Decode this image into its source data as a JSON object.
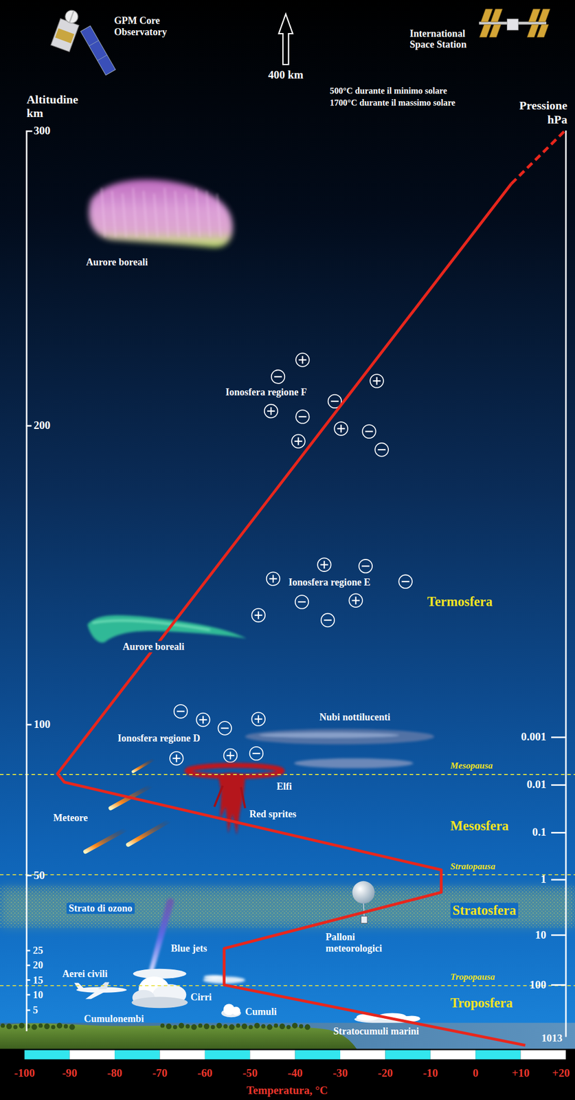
{
  "diagram": {
    "labels": [
      "GPM Core Observatory",
      "400 km",
      "International Space Station",
      "500°C durante il minimo solare",
      "1700°C durante il massimo solare",
      "Altitudine km",
      "Pressione hPa",
      "300",
      "200",
      "100",
      "50",
      "25",
      "20",
      "15",
      "10",
      "5",
      "Aurore boreali",
      "Ionosfera regione F",
      "Ionosfera regione E",
      "Termosfera",
      "Aurore boreali",
      "Ionosfera regione D",
      "Nubi nottilucenti",
      "Mesopausa",
      "Elfi",
      "Meteore",
      "Red sprites",
      "Mesosfera",
      "Stratopausa",
      "Strato di ozono",
      "Stratosfera",
      "Palloni meteorologici",
      "Blue jets",
      "Tropopausa",
      "Aerei civili",
      "Troposfera",
      "Cirri",
      "Cumuli",
      "Cumulonembi",
      "Stratocumuli marini",
      "0.001",
      "0.01",
      "0.1",
      "1",
      "10",
      "100",
      "1013",
      "-100",
      "-90",
      "-80",
      "-70",
      "-60",
      "-50",
      "-40",
      "-30",
      "-20",
      "-10",
      "0",
      "+10",
      "+20",
      "Temperatura, °C"
    ]
  }
}
